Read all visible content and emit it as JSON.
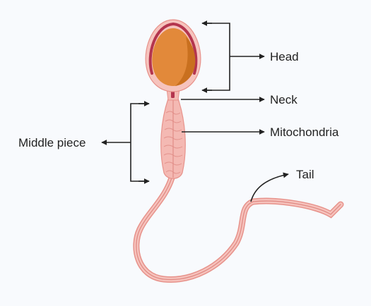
{
  "diagram": {
    "labels": {
      "head": "Head",
      "neck": "Neck",
      "middle_piece": "Middle piece",
      "mitochondria": "Mitochondria",
      "tail": "Tail"
    },
    "colors": {
      "background": "#f8fafd",
      "body_pink": "#f4b9b3",
      "body_outline": "#e7928b",
      "tail_line": "#e08b85",
      "head_orange": "#e2893a",
      "head_orange_dark": "#c9701f",
      "acrosome_cap": "#b4354e",
      "neck_mark": "#b4354e",
      "pointer": "#222222"
    }
  }
}
